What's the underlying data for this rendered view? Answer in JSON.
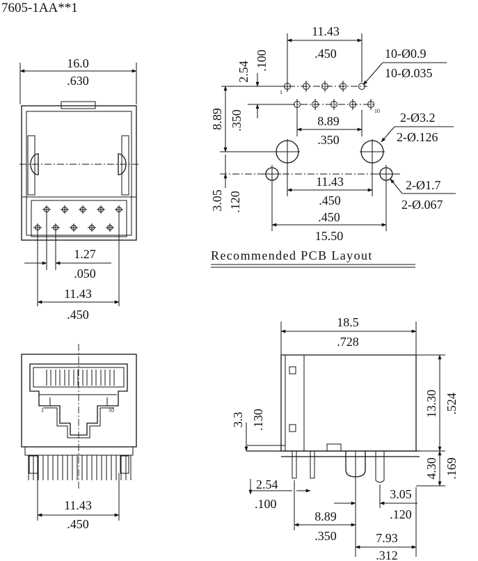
{
  "part_number": "7605-1AA**1",
  "pcb_layout": {
    "caption": "Recommended PCB Layout",
    "pitch_h_mm": "11.43",
    "pitch_h_in": ".450",
    "row_offset_mm": "2.54",
    "row_offset_in": ".100",
    "pin_hole_mm": "10-Ø0.9",
    "pin_hole_in": "10-Ø.035",
    "row_span_mm": "8.89",
    "row_span_in": ".350",
    "pin_1": "1",
    "pin_10": "10",
    "inner_span_mm": "8.89",
    "inner_span_in": ".350",
    "big_hole_mm": "2-Ø3.2",
    "big_hole_in": "2-Ø.126",
    "boss_offset_mm": "3.05",
    "boss_offset_in": ".120",
    "boss_span_mm": "11.43",
    "boss_span_in": ".450",
    "small_hole_mm": "2-Ø1.7",
    "small_hole_in": "2-Ø.067",
    "overall_in": ".450",
    "overall_mm": "15.50"
  },
  "top_view": {
    "width_mm": "16.0",
    "width_in": ".630",
    "pitch_mm": "1.27",
    "pitch_in": ".050",
    "span_mm": "11.43",
    "span_in": ".450"
  },
  "front_view": {
    "pin_1": "1",
    "pin_10": "10",
    "span_mm": "11.43",
    "span_in": ".450"
  },
  "side_view": {
    "length_mm": "18.5",
    "length_in": ".728",
    "height_mm": "13.30",
    "height_in": ".524",
    "offset_mm": "3.3",
    "offset_in": ".130",
    "pin_len_mm": "4.30",
    "pin_len_in": ".169",
    "pitch_mm": "2.54",
    "pitch_in": ".100",
    "boss_mm": "3.05",
    "boss_in": ".120",
    "span_mm": "8.89",
    "span_in": ".350",
    "overall_mm": "7.93",
    "overall_in": ".312"
  }
}
